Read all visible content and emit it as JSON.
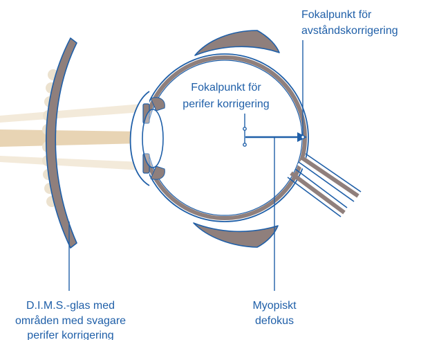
{
  "labels": {
    "distance_focal_line1": "Fokalpunkt för",
    "distance_focal_line2": "avståndskorrigering",
    "peripheral_focal_line1": "Fokalpunkt för",
    "peripheral_focal_line2": "perifer korrigering",
    "lens_line1": "D.I.M.S.-glas med",
    "lens_line2": "områden med svagare",
    "lens_line3": "perifer korrigering",
    "defocus_line1": "Myopiskt",
    "defocus_line2": "defokus"
  },
  "colors": {
    "accent_blue": "#1f5fa8",
    "tissue_gray": "#8f7f7c",
    "beam": "#ead8bc",
    "lens_dot": "#ece2cf"
  }
}
